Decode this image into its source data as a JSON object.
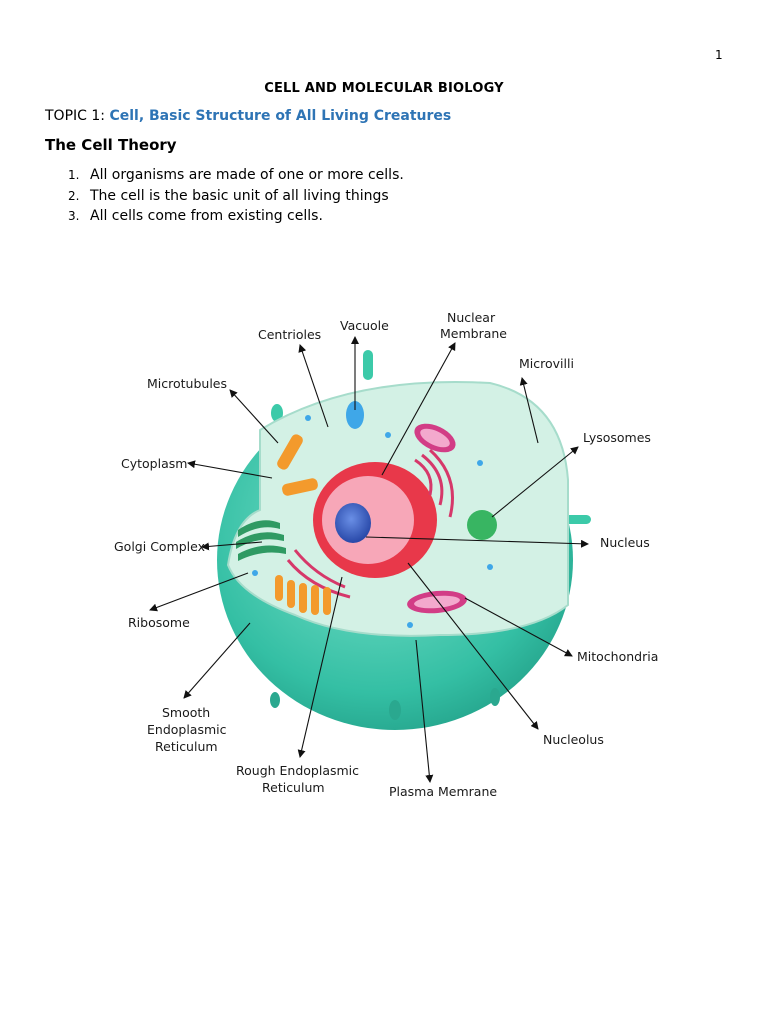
{
  "page": {
    "number": "1"
  },
  "document": {
    "title": "CELL AND MOLECULAR BIOLOGY",
    "topic_prefix": "TOPIC 1: ",
    "topic_title": "Cell, Basic Structure of All Living Creatures",
    "section_heading": "The Cell Theory",
    "cell_theory": [
      {
        "num": "1.",
        "text": "All organisms are made of one or more cells."
      },
      {
        "num": "2.",
        "text": "The cell is the basic unit of all living things"
      },
      {
        "num": "3.",
        "text": "All cells come from existing cells."
      }
    ]
  },
  "figure": {
    "labels": {
      "vacuole": "Vacuole",
      "nuclear_membrane": [
        "Nuclear",
        "Membrane"
      ],
      "centrioles": "Centrioles",
      "microvilli": "Microvilli",
      "microtubules": "Microtubules",
      "lysosomes": "Lysosomes",
      "cytoplasm": "Cytoplasm",
      "nucleus": "Nucleus",
      "golgi_complex": "Golgi Complex",
      "ribosome": "Ribosome",
      "mitochondria": "Mitochondria",
      "smooth_er": [
        "Smooth",
        "Endoplasmic",
        "Reticulum"
      ],
      "nucleolus": "Nucleolus",
      "rough_er": [
        "Rough Endoplasmic",
        "Reticulum"
      ],
      "plasma_membrane": "Plasma Memrane"
    },
    "colors": {
      "membrane": "#34bfa4",
      "cytoplasm": "#cdeee2",
      "nucleus_outer": "#e8384a",
      "nucleus_inner": "#f7a7b8",
      "nucleolus": "#3b63c4",
      "golgi": "#2f9a63",
      "mitochondria": "#d23d86",
      "ribosome_er": "#f39a2c",
      "vacuole": "#3fa7e8"
    }
  }
}
